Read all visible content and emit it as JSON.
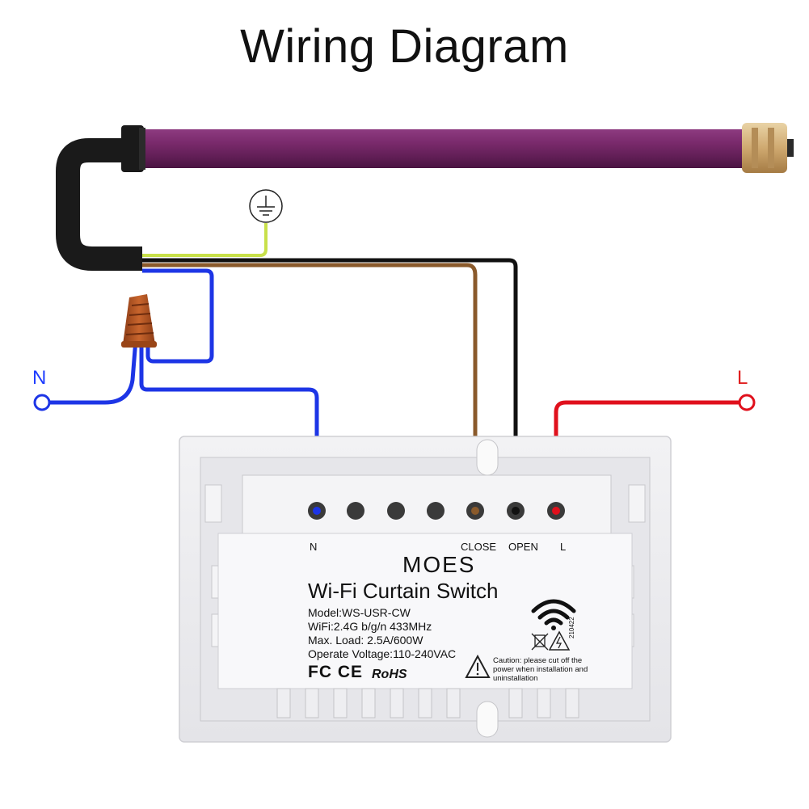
{
  "title": "Wiring Diagram",
  "labels": {
    "neutral": "N",
    "live": "L"
  },
  "terminals": {
    "n": "N",
    "close": "CLOSE",
    "open": "OPEN",
    "l": "L"
  },
  "device": {
    "brand": "MOES",
    "product": "Wi-Fi Curtain Switch",
    "model": "Model:WS-USR-CW",
    "wifi": "WiFi:2.4G b/g/n 433MHz",
    "max_load": "Max. Load: 2.5A/600W",
    "voltage": "Operate Voltage:110-240VAC",
    "marks": "FC CE",
    "rohs": "RoHS",
    "caution": "Caution: please cut off the power when installation and uninstallation",
    "code": "210422"
  },
  "colors": {
    "neutral_wire": "#1d35e6",
    "live_wire": "#e0101c",
    "close_wire": "#8a5a2b",
    "open_wire": "#111111",
    "earth_wire": "#c8e04a",
    "motor_tube": "#7b2a6e",
    "connector": "#b5541f"
  }
}
